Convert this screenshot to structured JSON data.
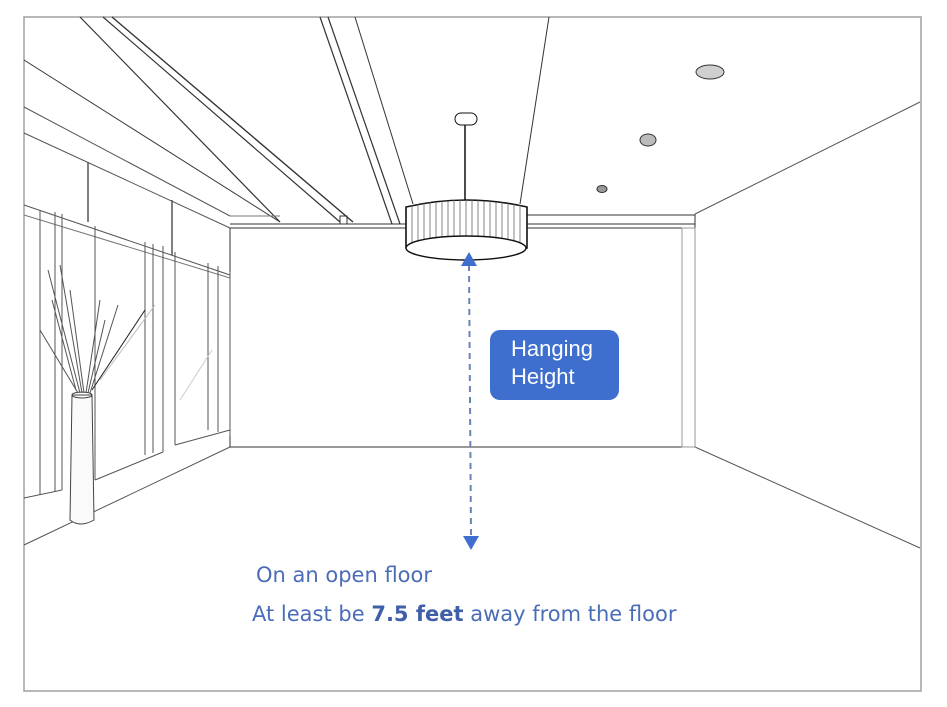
{
  "diagram": {
    "type": "room-perspective-sketch",
    "subject": "pendant drum light hanging height",
    "colors": {
      "accent": "#3e6fcf",
      "caption_text": "#4a6db8",
      "frame": "#a0a0a0",
      "sketch_line": "#222222"
    },
    "label": {
      "line1": "Hanging",
      "line2": "Height"
    },
    "captions": {
      "line1": "On an open floor",
      "line2_prefix": "At least be",
      "line2_value": "7.5 feet",
      "line2_suffix": "away from the floor"
    },
    "icons": {
      "pendant_light": "drum-pendant-light",
      "recessed_lights": "ceiling-downlights",
      "vase": "vase-with-branches",
      "measure_arrow": "double-headed-dashed-arrow"
    }
  }
}
